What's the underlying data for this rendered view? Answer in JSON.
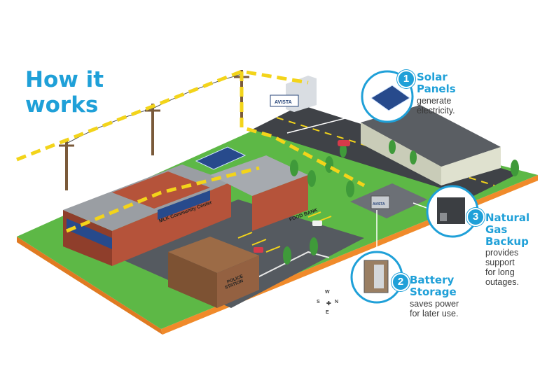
{
  "title": {
    "line1": "How it",
    "line2": "works"
  },
  "callouts": [
    {
      "number": "1",
      "heading_lines": [
        "Solar",
        "Panels"
      ],
      "body_lines": [
        "generate",
        "electricity."
      ]
    },
    {
      "number": "2",
      "heading_lines": [
        "Battery",
        "Storage"
      ],
      "body_lines": [
        "saves power",
        "for later use."
      ]
    },
    {
      "number": "3",
      "heading_lines": [
        "Natural",
        "Gas",
        "Backup"
      ],
      "body_lines": [
        "provides",
        "support",
        "for long",
        "outages."
      ]
    }
  ],
  "labels": {
    "community_center": "MLK Community Center",
    "food_bank": "FOOD BANK",
    "police_line1": "POLICE",
    "police_line2": "STATION",
    "utility_logo": "AVISTA",
    "cabinet_logo": "AVISTA"
  },
  "compass": {
    "n": "N",
    "s": "S",
    "e": "E",
    "w": "W"
  },
  "colors": {
    "accent_blue": "#1fa0d8",
    "grid_line_yellow": "#f3d41a",
    "lawn_green": "#5db846",
    "ground_orange": "#f08a2a",
    "brick": "#b5533a",
    "asphalt": "#555a60"
  }
}
